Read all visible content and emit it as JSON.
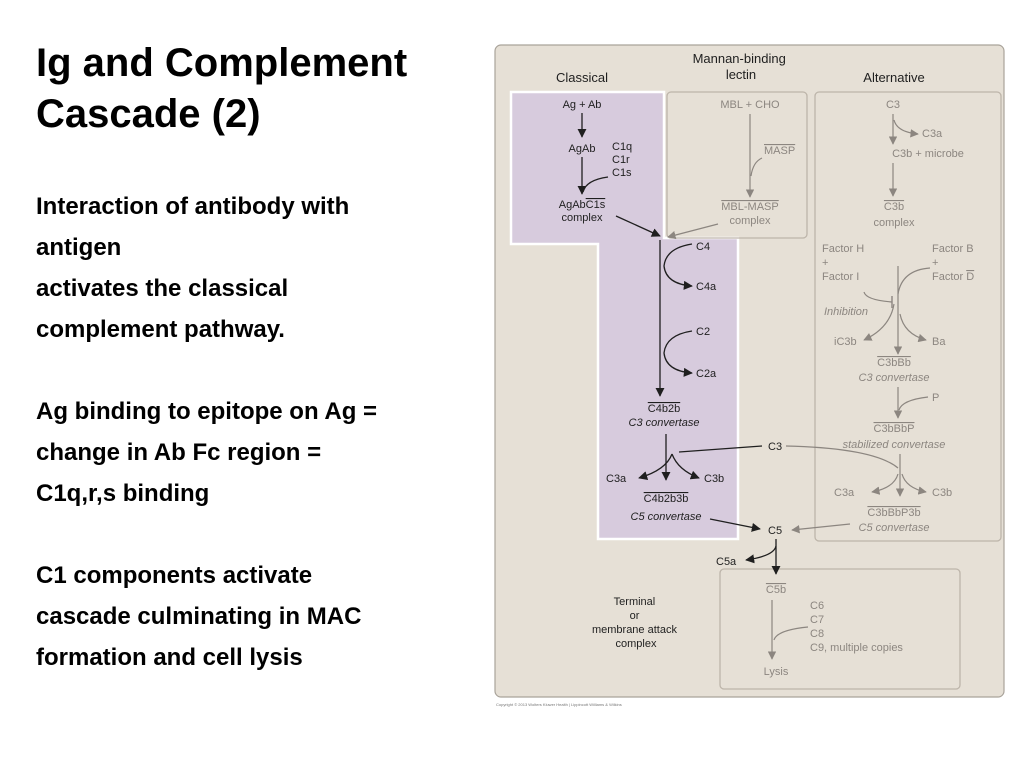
{
  "slide": {
    "title": [
      "Ig and Complement",
      "Cascade (2)"
    ],
    "body": [
      [
        "Interaction of antibody with",
        "antigen",
        "activates the classical",
        "complement pathway."
      ],
      [
        "Ag binding to epitope on Ag =",
        "change in Ab Fc region =",
        "C1q,r,s binding"
      ],
      [
        "C1 components activate",
        "cascade culminating in MAC",
        "formation and cell lysis"
      ]
    ]
  },
  "diagram": {
    "headers": {
      "classical": "Classical",
      "mbl": [
        "Mannan-binding",
        "lectin"
      ],
      "alternative": "Alternative"
    },
    "classical": {
      "ag_ab": "Ag + Ab",
      "agab": "AgAb",
      "c1": [
        "C1q",
        "C1r",
        "C1s"
      ],
      "complex_line1": "AgAb",
      "complex_line1_overline": "C1s",
      "complex_line2": "complex",
      "c4": "C4",
      "c4a": "C4a",
      "c2": "C2",
      "c2a": "C2a",
      "c4b2b": "C4b2b",
      "c3_convertase": "C3 convertase",
      "c3a": "C3a",
      "c3b": "C3b",
      "c4b2b3b": "C4b2b3b",
      "c5_convertase": "C5 convertase"
    },
    "mbl": {
      "mbl_cho": "MBL + CHO",
      "masp": "MASP",
      "mbl_masp": "MBL-MASP",
      "complex": "complex"
    },
    "alternative": {
      "c3": "C3",
      "c3a_top": "C3a",
      "c3b_microbe": "C3b + microbe",
      "c3b": "C3b",
      "complex": "complex",
      "factor_h": "Factor H",
      "factor_i": "Factor I",
      "factor_b": "Factor B",
      "factor_d": "Factor D",
      "plus": "+",
      "inhibition": "Inhibition",
      "ic3b": "iC3b",
      "ba": "Ba",
      "c3bbb": "C3bBb",
      "c3_convertase": "C3 convertase",
      "p": "P",
      "c3bbbp": "C3bBbP",
      "stabilized_convertase": "stabilized convertase",
      "c3a": "C3a",
      "c3b_out": "C3b",
      "c3bbbp3b": "C3bBbP3b",
      "c5_convertase": "C5 convertase"
    },
    "central": {
      "c3": "C3",
      "c5": "C5",
      "c5a": "C5a"
    },
    "terminal": {
      "label": [
        "Terminal",
        "or",
        "membrane attack",
        "complex"
      ],
      "c5b": "C5b",
      "components": [
        "C6",
        "C7",
        "C8",
        "C9, multiple copies"
      ],
      "lysis": "Lysis"
    },
    "copyright": "Copyright © 2013 Wolters Kluwer Health | Lippincott Williams & Wilkins",
    "colors": {
      "figure_bg": "#e6e0d6",
      "classical_fill": "#d7cbdd",
      "classical_stroke": "#ffffff",
      "box_stroke": "#bdb5aa",
      "active_ink": "#1f1f1f",
      "faded_ink": "#8c8680"
    }
  }
}
